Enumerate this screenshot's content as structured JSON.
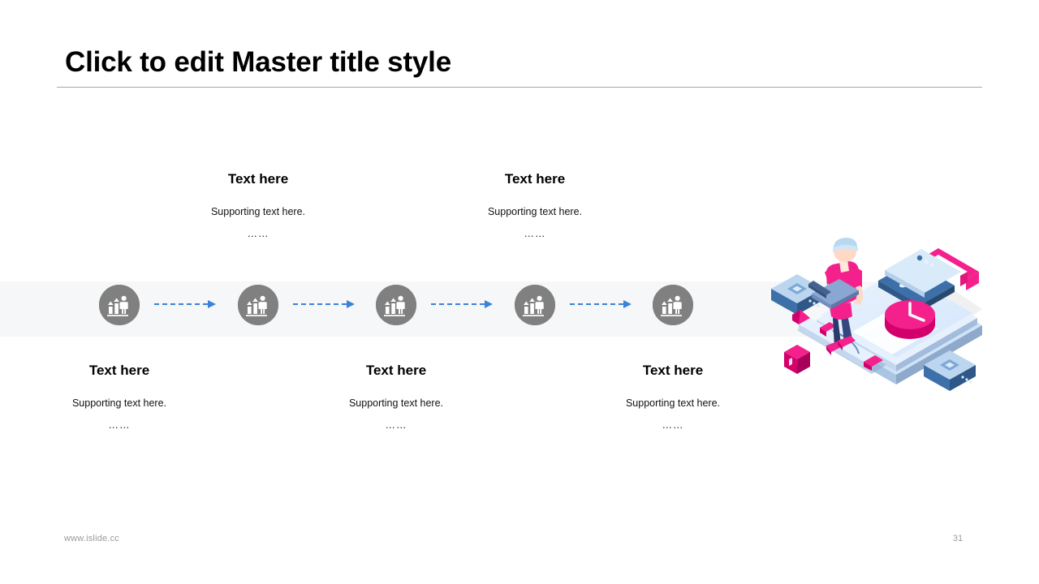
{
  "slide": {
    "title": "Click to edit Master title style",
    "page_number": "31",
    "footer_url": "www.islide.cc",
    "colors": {
      "title_text": "#000000",
      "rule": "#a6a6a6",
      "band": "#f6f7f8",
      "icon_circle": "#808080",
      "connector": "#3b82d8",
      "accent_pink": "#f4218c",
      "accent_blue": "#3d6fa8",
      "footer_text": "#9b9b9b"
    }
  },
  "process": {
    "steps": [
      {
        "icon": "people-growth-icon",
        "label": "step-1"
      },
      {
        "icon": "people-growth-icon",
        "label": "step-2"
      },
      {
        "icon": "people-growth-icon",
        "label": "step-3"
      },
      {
        "icon": "people-growth-icon",
        "label": "step-4"
      },
      {
        "icon": "people-growth-icon",
        "label": "step-5"
      }
    ],
    "connectors": [
      {
        "icon": "arrow-right-dashed-icon"
      },
      {
        "icon": "arrow-right-dashed-icon"
      },
      {
        "icon": "arrow-right-dashed-icon"
      },
      {
        "icon": "arrow-right-dashed-icon"
      }
    ]
  },
  "top_blocks": [
    {
      "heading": "Text here",
      "supporting": "Supporting text here.",
      "dots": "……"
    },
    {
      "heading": "Text here",
      "supporting": "Supporting text here.",
      "dots": "……"
    }
  ],
  "bottom_blocks": [
    {
      "heading": "Text here",
      "supporting": "Supporting text here.",
      "dots": "……"
    },
    {
      "heading": "Text here",
      "supporting": "Supporting text here.",
      "dots": "……"
    },
    {
      "heading": "Text here",
      "supporting": "Supporting text here.",
      "dots": "……"
    }
  ],
  "illustration": {
    "name": "isometric-person-laptop-book-lock",
    "elements": [
      "person-with-laptop",
      "large-book",
      "pink-padlock-shackle",
      "pink-clock",
      "pen",
      "pink-cube",
      "small-box-left",
      "small-box-right"
    ]
  }
}
